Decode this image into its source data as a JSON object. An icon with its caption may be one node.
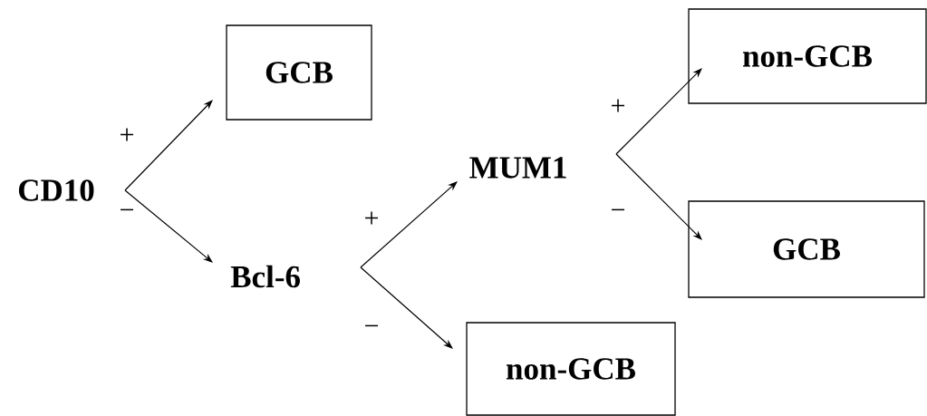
{
  "diagram": {
    "nodes": [
      {
        "text": [
          "CD10"
        ]
      },
      {
        "text": [
          "GCB"
        ]
      },
      {
        "text": [
          "Bcl-6"
        ]
      },
      {
        "text": [
          "MUM1"
        ]
      },
      {
        "text": [
          "non-GCB"
        ]
      },
      {
        "text": [
          "non-GCB"
        ]
      },
      {
        "text": [
          "GCB"
        ]
      }
    ],
    "edges": [
      {
        "from": 0,
        "to": 1,
        "arrow": "to",
        "label": "+"
      },
      {
        "from": 0,
        "to": 2,
        "arrow": "to",
        "label": "−"
      },
      {
        "from": 2,
        "to": 3,
        "arrow": "to",
        "label": "+"
      },
      {
        "from": 2,
        "to": 4,
        "arrow": "to",
        "label": "−"
      },
      {
        "from": 3,
        "to": 5,
        "arrow": "to",
        "label": "+"
      },
      {
        "from": 3,
        "to": 6,
        "arrow": "to",
        "label": "−"
      }
    ]
  }
}
